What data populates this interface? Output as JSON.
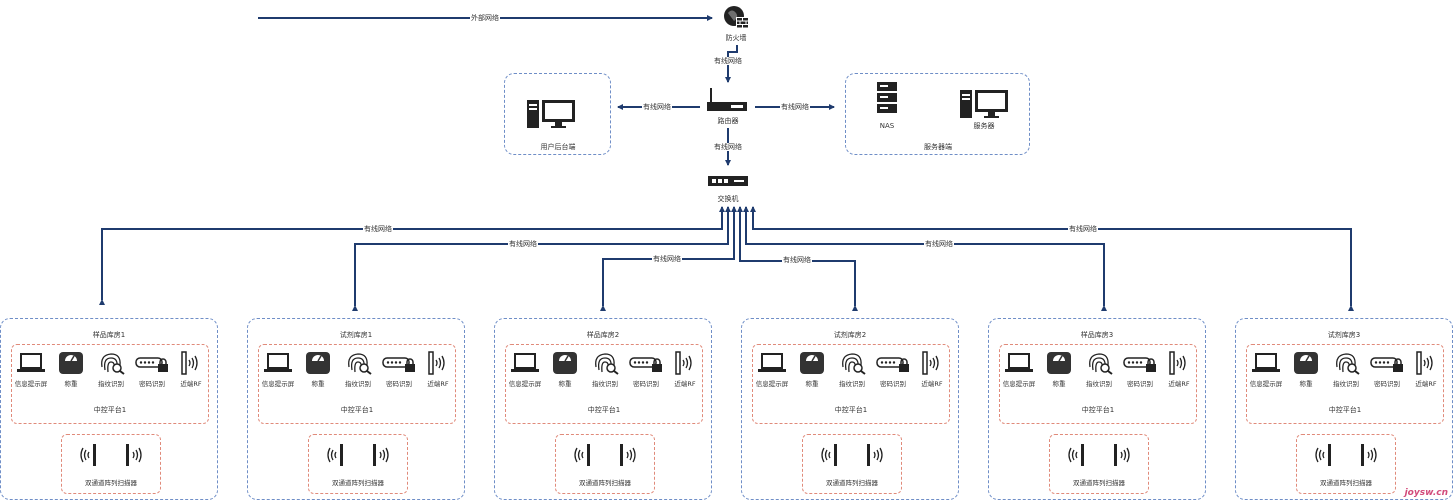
{
  "top": {
    "external_label": "外部网络",
    "firewall_label": "防火墙",
    "wired1": "有线网络",
    "router_label": "路由器",
    "wired_left": "有线网络",
    "wired_right": "有线网络",
    "wired2": "有线网络",
    "switch_label": "交换机",
    "user_backend_label": "用户后台端",
    "nas_label": "NAS",
    "server_label": "服务器",
    "server_group_label": "服务器端"
  },
  "branch_label": "有线网络",
  "rooms": [
    {
      "title": "样品库房1"
    },
    {
      "title": "试剂库房1"
    },
    {
      "title": "样品库房2"
    },
    {
      "title": "试剂库房2"
    },
    {
      "title": "样品库房3"
    },
    {
      "title": "试剂库房3"
    }
  ],
  "devices": {
    "screen": "信息提示屏",
    "scale": "称重",
    "fingerprint": "指纹识别",
    "password": "密码识别",
    "rf": "近端RF"
  },
  "controller_label": "中控平台1",
  "scanner_label": "双通道阵列扫描器",
  "watermark": "joysw.cn",
  "colors": {
    "line": "#1f3b6e",
    "group_border": "#6f8ec7",
    "device_border": "#e08a7a"
  }
}
